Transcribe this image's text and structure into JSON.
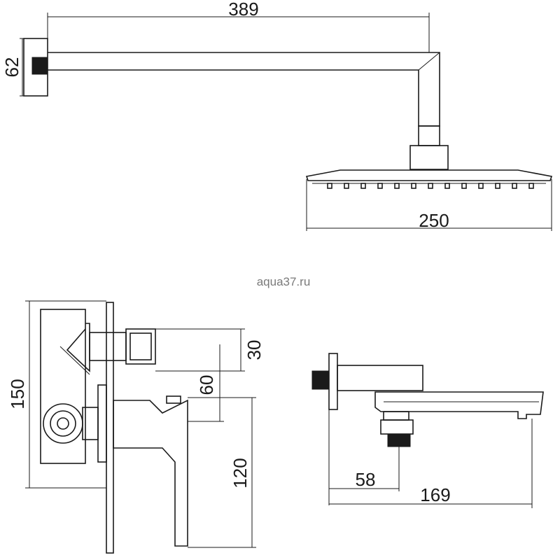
{
  "watermark": "aqua37.ru",
  "dimensions": {
    "arm_length": "389",
    "flange_height": "62",
    "head_width": "250",
    "mixer_height": "150",
    "outlet_offset": "30",
    "lever_offset": "60",
    "lever_length": "120",
    "spout_outlet": "58",
    "spout_length": "169"
  }
}
